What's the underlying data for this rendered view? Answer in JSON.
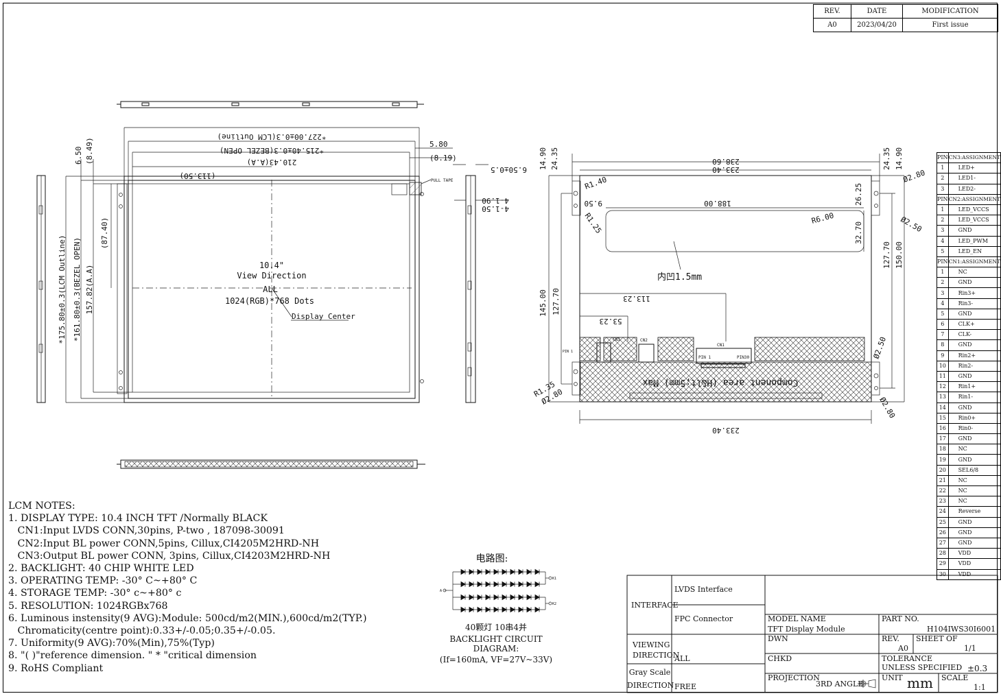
{
  "revision_table": {
    "headers": [
      "REV.",
      "DATE",
      "MODIFICATION"
    ],
    "rows": [
      [
        "A0",
        "2023/04/20",
        "First issue"
      ]
    ]
  },
  "front_view": {
    "dim_lcm_outline": "*227.00±0.3(LCM Outline)",
    "dim_bezel_open": "*215.40±0.3(BEZEL OPEN)",
    "dim_aa": "210.43(A.A)",
    "dim_113_50": "(113.50)",
    "dim_5_80": "5.80",
    "dim_8_19": "(8.19)",
    "dim_6_50": "6.50",
    "dim_8_49": "(8.49)",
    "dim_175_80": "*175.80±0.3(LCM Outline)",
    "dim_161_80": "*161.80±0.3(BEZEL OPEN)",
    "dim_157_82": "157.82(A.A)",
    "dim_87_40": "(87.40)",
    "size": "10.4\"",
    "view_direction": "View Direction",
    "view_all": "ALL",
    "resolution": "1024(RGB)*768 Dots",
    "display_center": "Display Center",
    "pull_tape": "PULL TAPE"
  },
  "side_view": {
    "dim_thickness": "6.50±0.5",
    "dim_1_90": "4-1.90",
    "dim_1_50": "4-1.50"
  },
  "rear_view": {
    "dim_238_60": "238.60",
    "dim_233_40_top": "233.40",
    "dim_233_40_bottom": "233.40",
    "dim_14_90_l": "14.90",
    "dim_24_35_l": "24.35",
    "dim_24_35_r": "24.35",
    "dim_14_90_r": "14.90",
    "dim_r1_40": "R1.40",
    "dim_r1_25_top": "R1.25",
    "dim_r1_35": "R1.35",
    "dim_phi2_80_tr": "Ø2.80",
    "dim_phi2_50_r": "Ø2.50",
    "dim_phi2_50_r2": "Ø2.50",
    "dim_phi2_80_bl": "Ø2.80",
    "dim_phi2_80_br": "Ø2.80",
    "dim_9_50": "9.50",
    "dim_188_00": "188.00",
    "dim_r6_00": "R6.00",
    "dim_26_25": "26.25",
    "dim_32_70": "32.70",
    "dim_127_70_r": "127.70",
    "dim_150_00": "150.00",
    "dim_145_00": "145.00",
    "dim_127_70_l": "127.70",
    "dim_113_23": "113.23",
    "dim_53_23": "53.23",
    "recess": "内凹1.5mm",
    "cn2": "CN2",
    "cn3": "CN3",
    "cn1": "CN1",
    "pin1": "PIN 1",
    "pin1b": "PIN 1",
    "pin30": "PIN30",
    "component_area": "Component area (H&lt;5mm) Max"
  },
  "pin_table": {
    "cn3_header": [
      "PIN",
      "CN3:ASSIGNMENT"
    ],
    "cn3": [
      [
        "1",
        "LED+"
      ],
      [
        "2",
        "LED1-"
      ],
      [
        "3",
        "LED2-"
      ]
    ],
    "cn2_header": [
      "PIN",
      "CN2:ASSIGNMENT"
    ],
    "cn2": [
      [
        "1",
        "LED_VCCS"
      ],
      [
        "2",
        "LED_VCCS"
      ],
      [
        "3",
        "GND"
      ],
      [
        "4",
        "LED_PWM"
      ],
      [
        "5",
        "LED_EN"
      ]
    ],
    "cn1_header": [
      "PIN",
      "CN1:ASSIGNMENT"
    ],
    "cn1": [
      [
        "1",
        "NC"
      ],
      [
        "2",
        "GND"
      ],
      [
        "3",
        "Rin3+"
      ],
      [
        "4",
        "Rin3-"
      ],
      [
        "5",
        "GND"
      ],
      [
        "6",
        "CLK+"
      ],
      [
        "7",
        "CLK-"
      ],
      [
        "8",
        "GND"
      ],
      [
        "9",
        "Rin2+"
      ],
      [
        "10",
        "Rin2-"
      ],
      [
        "11",
        "GND"
      ],
      [
        "12",
        "Rin1+"
      ],
      [
        "13",
        "Rin1-"
      ],
      [
        "14",
        "GND"
      ],
      [
        "15",
        "Rin0+"
      ],
      [
        "16",
        "Rin0-"
      ],
      [
        "17",
        "GND"
      ],
      [
        "18",
        "NC"
      ],
      [
        "19",
        "GND"
      ],
      [
        "20",
        "SEL6/8"
      ],
      [
        "21",
        "NC"
      ],
      [
        "22",
        "NC"
      ],
      [
        "23",
        "NC"
      ],
      [
        "24",
        "Reverse"
      ],
      [
        "25",
        "GND"
      ],
      [
        "26",
        "GND"
      ],
      [
        "27",
        "GND"
      ],
      [
        "28",
        "VDD"
      ],
      [
        "29",
        "VDD"
      ],
      [
        "30",
        "VDD"
      ]
    ]
  },
  "notes": {
    "title": "LCM NOTES:",
    "lines": [
      "1. DISPLAY TYPE: 10.4 INCH TFT /Normally BLACK",
      "   CN1:Input LVDS CONN,30pins, P-two , 187098-30091",
      "   CN2:Input BL power CONN,5pins, Cillux,CI4205M2HRD-NH",
      "   CN3:Output BL power CONN, 3pins, Cillux,CI4203M2HRD-NH",
      "2. BACKLIGHT: 40 CHIP WHITE LED",
      "3. OPERATING TEMP: -30° C~+80° C",
      "4. STORAGE TEMP: -30° c~+80° c",
      "5. RESOLUTION: 1024RGBx768",
      "6. Luminous instensity(9 AVG):Module: 500cd/m2(MIN.),600cd/m2(TYP.)",
      "   Chromaticity(centre point):0.33+/-0.05;0.35+/-0.05.",
      "7. Uniformity(9 AVG):70%(Min),75%(Typ)",
      "8. \"( )\"reference dimension. \" * \"critical dimension",
      "9. RoHS Compliant"
    ]
  },
  "circuit": {
    "title": "电路图:",
    "caption_cn": "40颗灯 10串4并",
    "caption_en": "BACKLIGHT CIRCUIT DIAGRAM:",
    "params": "(If=160mA,  VF=27V~33V)",
    "label_a": "A",
    "label_k1": "K1",
    "label_k2": "K2"
  },
  "title_block": {
    "interface_label": "INTERFACE",
    "lvds": "LVDS Interface",
    "fpc": "FPC Connector",
    "viewing_label": "VIEWING DIRECTION",
    "viewing_value": "ALL",
    "gray_label": "Gray Scale DIRECTION",
    "gray_value": "FREE",
    "model_label": "MODEL NAME",
    "model_value": "TFT Display Module",
    "part_label": "PART NO.",
    "part_value": "H104IWS30I6001",
    "dwn": "DWN",
    "rev_label": "REV.",
    "rev_value": "A0",
    "sheet_label": "SHEET OF",
    "sheet_value": "1/1",
    "chkd": "CHKD",
    "tol_label": "TOLERANCE UNLESS SPECIFIED",
    "tol_value": "±0.3",
    "projection_label": "PROJECTION",
    "projection_value": "3RD ANGLE",
    "unit_label": "UNIT",
    "unit_value": "mm",
    "scale_label": "SCALE",
    "scale_value": "1:1"
  }
}
